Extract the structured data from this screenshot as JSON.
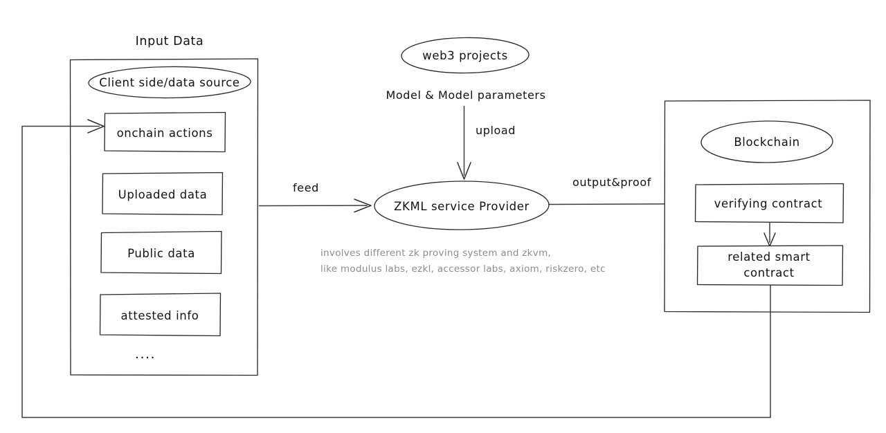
{
  "diagram": {
    "title_left": "Input Data",
    "background": "#ffffff",
    "ink_color": "#2b2b2b",
    "note_color": "#8c8c8c",
    "groups": [
      {
        "id": "input-data-group",
        "label": "Input Data"
      },
      {
        "id": "blockchain-group",
        "label": "Blockchain"
      }
    ],
    "nodes": {
      "client_side": "Client side/data source",
      "onchain_actions": "onchain actions",
      "uploaded_data": "Uploaded data",
      "public_data": "Public data",
      "attested_info": "attested info",
      "ellipsis": "....",
      "web3_projects": "web3 projects",
      "zkml_provider": "ZKML service Provider",
      "blockchain": "Blockchain",
      "verifying_contract": "verifying contract",
      "related_smart_contract_line1": "related smart",
      "related_smart_contract_line2": "contract"
    },
    "edges": {
      "model_params": "Model & Model parameters",
      "upload": "upload",
      "feed": "feed",
      "output_proof": "output&proof"
    },
    "note": {
      "line1": "involves different zk proving system and zkvm,",
      "line2": "like modulus labs, ezkl, accessor labs, axiom, riskzero, etc"
    }
  }
}
